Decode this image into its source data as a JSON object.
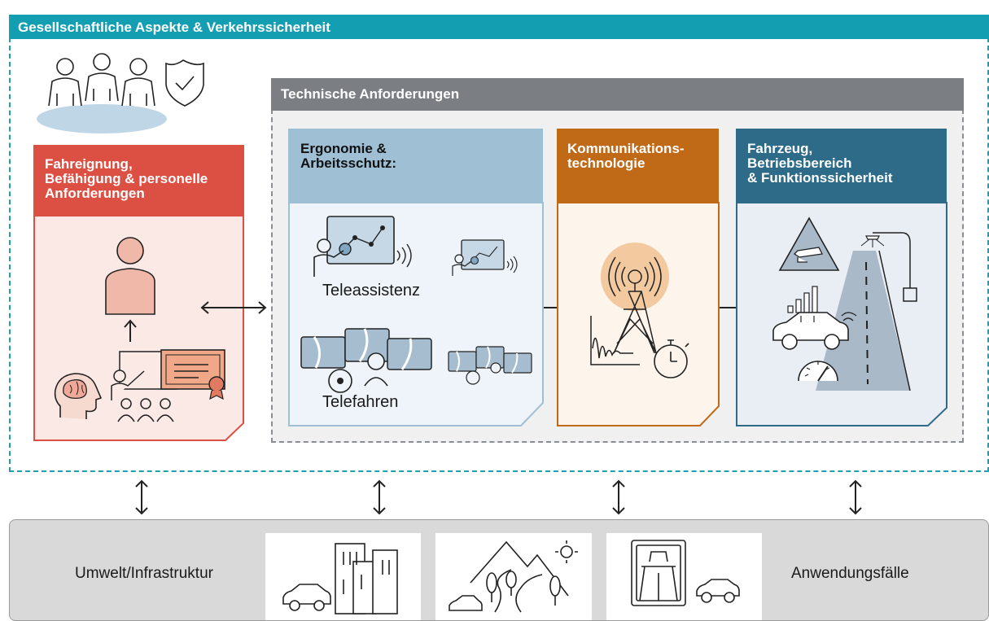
{
  "society": {
    "title": "Gesellschaftliche Aspekte & Verkehrssicherheit"
  },
  "driver_card": {
    "title_line1": "Fahreignung,",
    "title_line2": "Befähigung & personelle",
    "title_line3": "Anforderungen",
    "color": "#dc4f43",
    "body_color": "#fbe9e6"
  },
  "technical": {
    "title": "Technische Anforderungen",
    "color": "#7b7f84"
  },
  "ergonomics_card": {
    "title_line1": "Ergonomie &",
    "title_line2": "Arbeitsschutz:",
    "label_assist": "Teleassistenz",
    "label_drive": "Telefahren",
    "color": "#9fbfd4",
    "body_color": "#eef4f9"
  },
  "communication_card": {
    "title_line1": "Kommunikations-",
    "title_line2": "technologie",
    "color": "#c06a17",
    "body_color": "#fdf5ec"
  },
  "vehicle_card": {
    "title_line1": "Fahrzeug,",
    "title_line2": "Betriebsbereich",
    "title_line3": "& Funktionssicherheit",
    "color": "#2e6b88",
    "body_color": "#e8eef3"
  },
  "infrastructure": {
    "left_label": "Umwelt/Infrastruktur",
    "right_label": "Anwendungsfälle",
    "band_color": "#d9d9d9"
  },
  "icons": [
    "people-shield-icon",
    "person-icon",
    "brain-head-icon",
    "teacher-icon",
    "certificate-icon",
    "remote-assist-icon",
    "remote-drive-icon",
    "radio-tower-icon",
    "stopwatch-icon",
    "road-camera-icon",
    "car-icon",
    "speedometer-icon",
    "city-icon",
    "mountain-icon",
    "highway-sign-icon"
  ]
}
